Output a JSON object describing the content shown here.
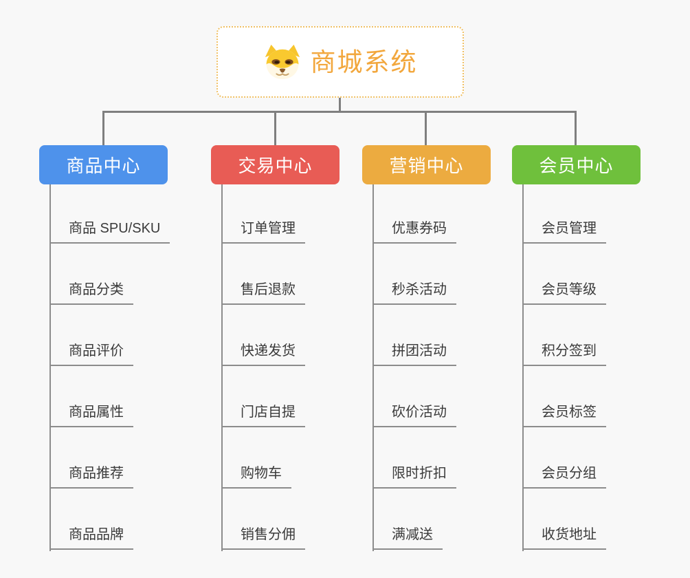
{
  "page": {
    "background": "#f8f8f8",
    "connector_color": "#7f7f7f",
    "underline_color": "#8c8c8c"
  },
  "root": {
    "title": "商城系统",
    "title_color": "#f2a73d",
    "border_color": "#f0c064",
    "icon": "shiba-dog-icon"
  },
  "branches": [
    {
      "label": "商品中心",
      "color": "#4e92eb",
      "children": [
        "商品 SPU/SKU",
        "商品分类",
        "商品评价",
        "商品属性",
        "商品推荐",
        "商品品牌"
      ]
    },
    {
      "label": "交易中心",
      "color": "#e85c55",
      "children": [
        "订单管理",
        "售后退款",
        "快递发货",
        "门店自提",
        "购物车",
        "销售分佣"
      ]
    },
    {
      "label": "营销中心",
      "color": "#ecab40",
      "children": [
        "优惠券码",
        "秒杀活动",
        "拼团活动",
        "砍价活动",
        "限时折扣",
        "满减送"
      ]
    },
    {
      "label": "会员中心",
      "color": "#6fc03c",
      "children": [
        "会员管理",
        "会员等级",
        "积分签到",
        "会员标签",
        "会员分组",
        "收货地址"
      ]
    }
  ]
}
